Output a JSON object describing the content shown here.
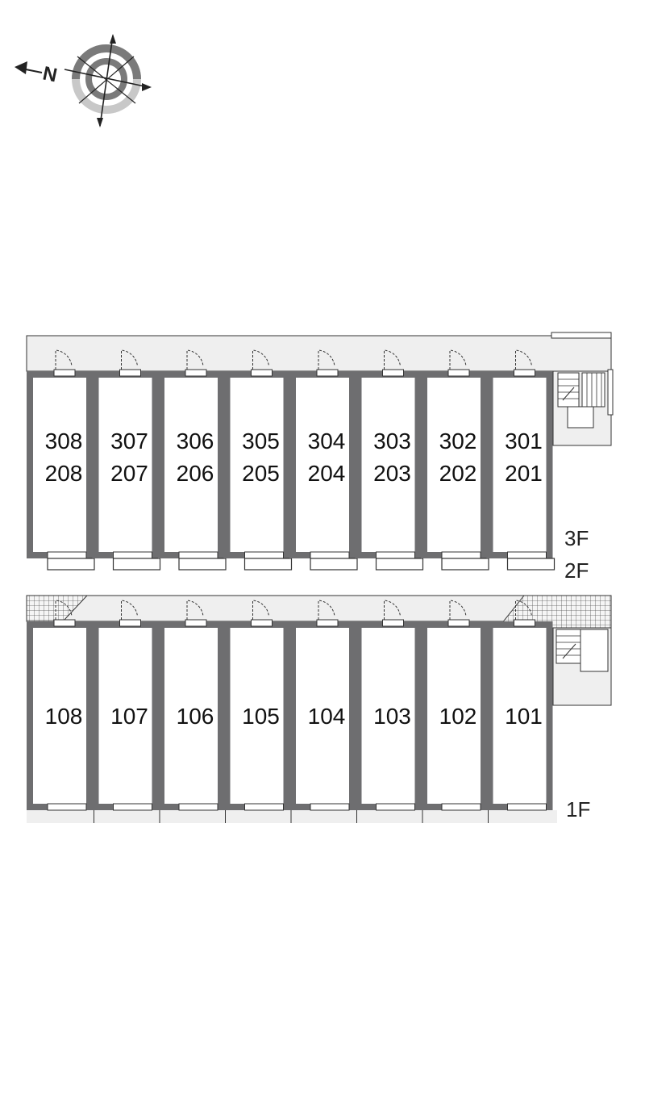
{
  "compass": {
    "north_label": "N"
  },
  "upper_block": {
    "units_top": [
      "308",
      "307",
      "306",
      "305",
      "304",
      "303",
      "302",
      "301"
    ],
    "units_bottom": [
      "208",
      "207",
      "206",
      "205",
      "204",
      "203",
      "202",
      "201"
    ],
    "floor_labels": [
      "3F",
      "2F"
    ]
  },
  "lower_block": {
    "units": [
      "108",
      "107",
      "106",
      "105",
      "104",
      "103",
      "102",
      "101"
    ],
    "floor_label": "1F"
  },
  "colors": {
    "wall": "#6e6e70",
    "corridor": "#efefef",
    "line": "#333333",
    "compass_dark": "#7a7a7a",
    "compass_light": "#c8c8c8"
  }
}
